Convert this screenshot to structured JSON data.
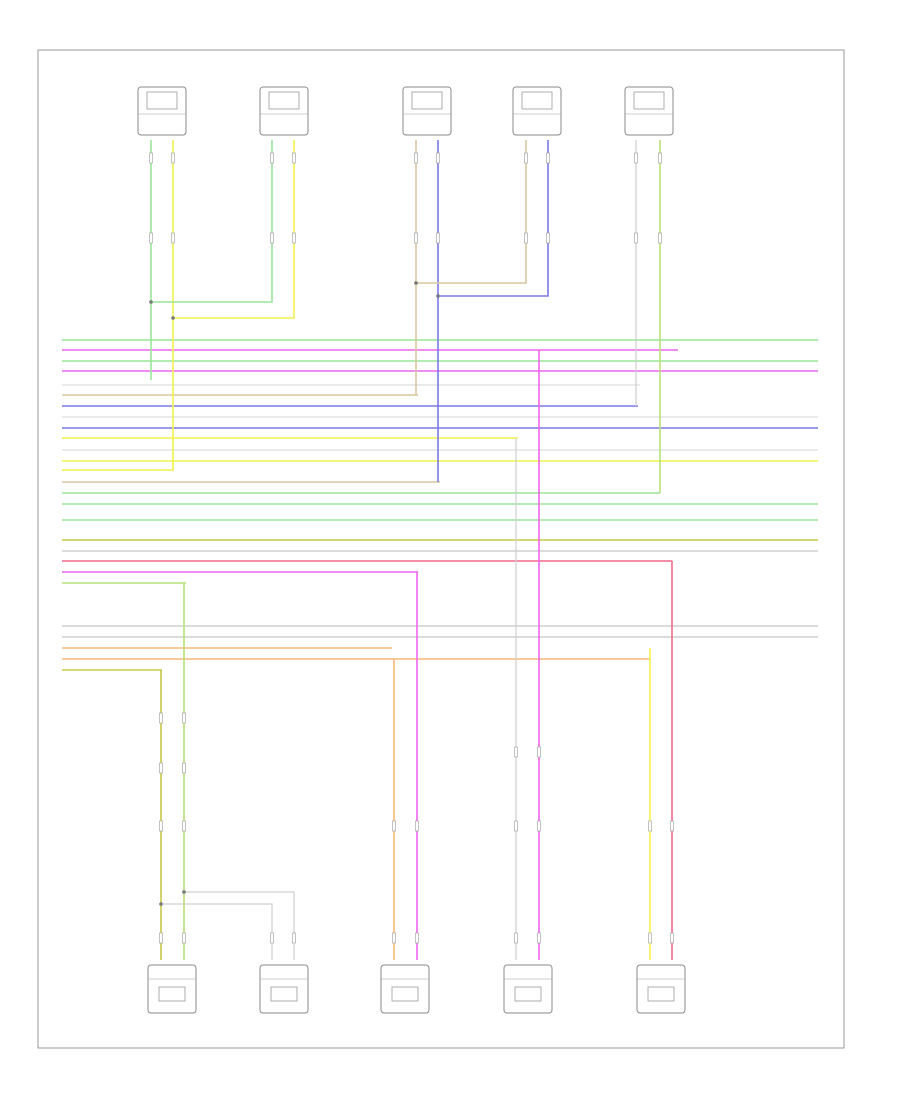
{
  "footer": {
    "code": ""
  },
  "colors": {
    "green": "#99e699",
    "yellow": "#f2f24d",
    "tan": "#d9c79e",
    "blue": "#7a7ae6",
    "magenta": "#ee66ee",
    "pink": "#f07aa8",
    "red": "#f06a8a",
    "lightgray": "#cfcfcf",
    "white": "#e4e4e4",
    "olive": "#c8c84a",
    "orange": "#f6b97a",
    "lime": "#b8e07a"
  },
  "components": [
    {
      "id": "lf-woofer",
      "name": "",
      "icon": "speaker-icon"
    },
    {
      "id": "lf-tweeter",
      "name": "",
      "icon": "speaker-icon"
    },
    {
      "id": "rf-woofer",
      "name": "",
      "icon": "speaker-icon"
    },
    {
      "id": "rf-tweeter",
      "name": "",
      "icon": "speaker-icon"
    },
    {
      "id": "center-speaker",
      "name": "",
      "icon": "speaker-icon"
    },
    {
      "id": "lr-tweeter",
      "name": "",
      "icon": "speaker-icon"
    },
    {
      "id": "lr-woofer",
      "name": "",
      "icon": "speaker-icon"
    },
    {
      "id": "rr-woofer",
      "name": "",
      "icon": "speaker-icon"
    },
    {
      "id": "rr-surround",
      "name": "",
      "icon": "speaker-icon"
    },
    {
      "id": "rr-tweeter",
      "name": "",
      "icon": "speaker-icon"
    }
  ],
  "buses": [
    {
      "color": "green",
      "label": "",
      "right_label": ""
    },
    {
      "color": "magenta",
      "label": "",
      "right_label": ""
    },
    {
      "color": "green",
      "label": "",
      "right_label": ""
    },
    {
      "color": "magenta",
      "label": "",
      "right_label": ""
    },
    {
      "color": "white",
      "label": "",
      "right_label": ""
    },
    {
      "color": "tan",
      "label": "",
      "right_label": ""
    },
    {
      "color": "blue",
      "label": "",
      "right_label": ""
    },
    {
      "color": "white",
      "label": "",
      "right_label": ""
    },
    {
      "color": "blue",
      "label": "",
      "right_label": ""
    },
    {
      "color": "yellow",
      "label": "",
      "right_label": ""
    },
    {
      "color": "white",
      "label": "",
      "right_label": ""
    },
    {
      "color": "yellow",
      "label": "",
      "right_label": ""
    },
    {
      "color": "tan",
      "label": "",
      "right_label": ""
    },
    {
      "color": "green",
      "label": "",
      "right_label": ""
    },
    {
      "color": "green",
      "label": "",
      "right_label": ""
    },
    {
      "color": "green",
      "label": "",
      "right_label": ""
    },
    {
      "color": "olive",
      "label": "",
      "right_label": ""
    },
    {
      "color": "lightgray",
      "label": "",
      "right_label": ""
    },
    {
      "color": "red",
      "label": "",
      "right_label": ""
    },
    {
      "color": "magenta",
      "label": "",
      "right_label": ""
    },
    {
      "color": "lime",
      "label": "",
      "right_label": ""
    },
    {
      "color": "lightgray",
      "label": "",
      "right_label": ""
    },
    {
      "color": "lightgray",
      "label": "",
      "right_label": ""
    },
    {
      "color": "orange",
      "label": "",
      "right_label": ""
    },
    {
      "color": "orange",
      "label": "",
      "right_label": ""
    },
    {
      "color": "olive",
      "label": "",
      "right_label": ""
    }
  ]
}
